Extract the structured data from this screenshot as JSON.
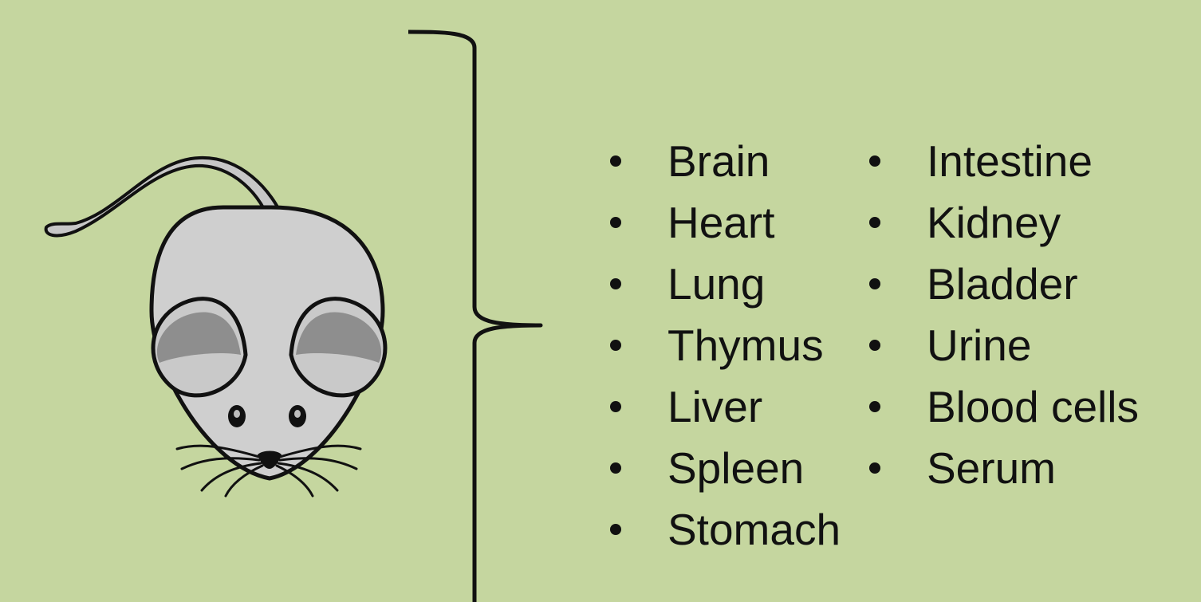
{
  "organs": {
    "left": [
      "Brain",
      "Heart",
      "Lung",
      "Thymus",
      "Liver",
      "Spleen",
      "Stomach"
    ],
    "right": [
      "Intestine",
      "Kidney",
      "Bladder",
      "Urine",
      "Blood cells",
      "Serum"
    ]
  },
  "colors": {
    "background": "#c5d69f",
    "mouse_body": "#cfcfcf",
    "ear_inner": "#8e8e8e",
    "outline": "#111111"
  }
}
